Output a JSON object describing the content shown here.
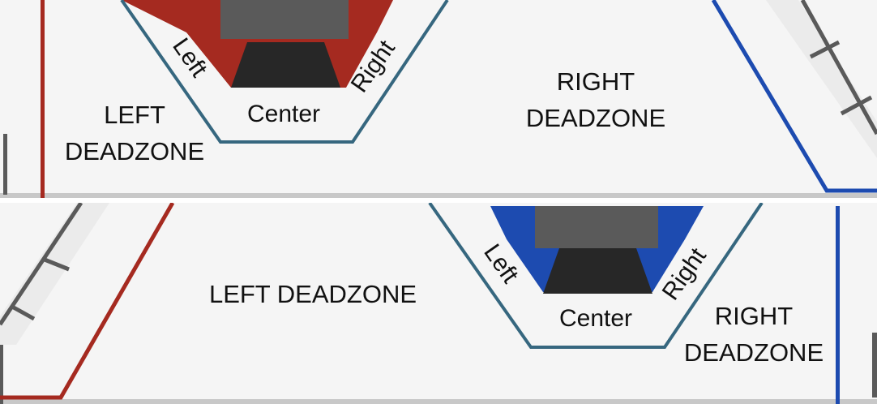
{
  "colors": {
    "background": "#f5f5f5",
    "outline": "#36677f",
    "left_deadzone_red": "#a52a20",
    "right_deadzone_blue": "#1d4bb0",
    "goal_dark": "#272727",
    "goal_gray": "#5a5a5a"
  },
  "top_panel": {
    "label_left": "Left",
    "label_right": "Right",
    "label_center": "Center",
    "left_deadzone_line1": "LEFT",
    "left_deadzone_line2": "DEADZONE",
    "right_deadzone_line1": "RIGHT",
    "right_deadzone_line2": "DEADZONE"
  },
  "bottom_panel": {
    "label_left": "Left",
    "label_right": "Right",
    "label_center": "Center",
    "left_deadzone": "LEFT DEADZONE",
    "right_deadzone_line1": "RIGHT",
    "right_deadzone_line2": "DEADZONE"
  }
}
